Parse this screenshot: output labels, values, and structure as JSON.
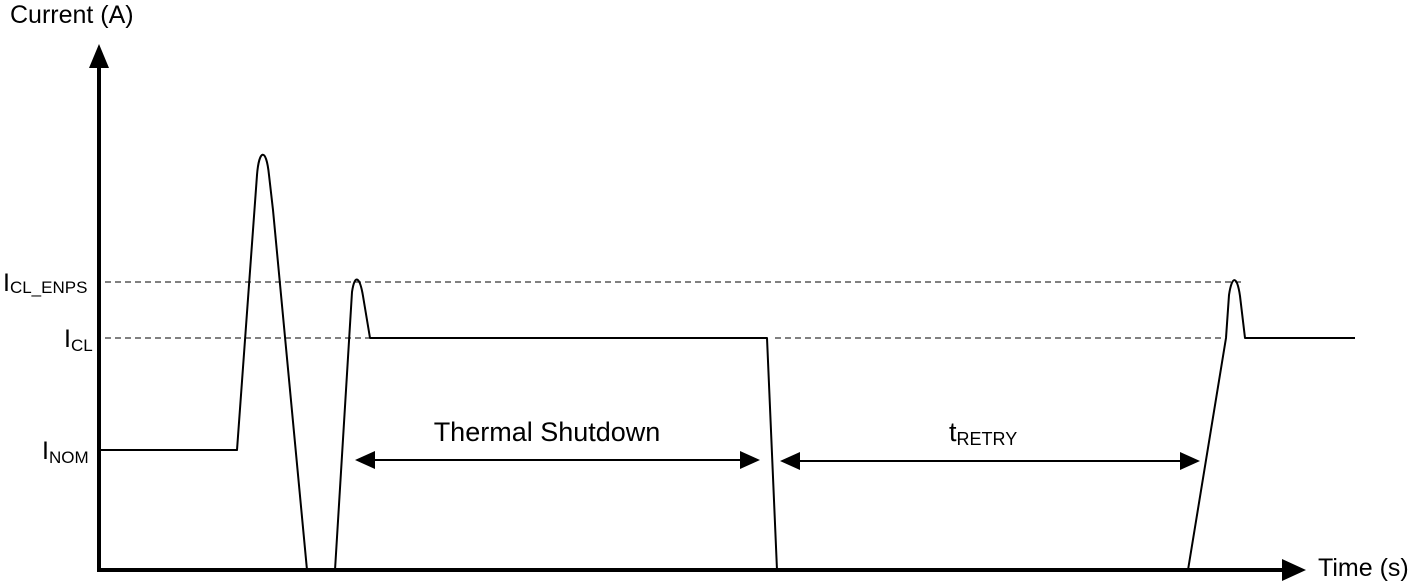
{
  "diagram": {
    "y_axis_label": "Current (A)",
    "x_axis_label": "Time (s)",
    "levels": {
      "i_cl_enps": {
        "main": "I",
        "sub": "CL_ENPS"
      },
      "i_cl": {
        "main": "I",
        "sub": "CL"
      },
      "i_nom": {
        "main": "I",
        "sub": "NOM"
      }
    },
    "intervals": {
      "thermal_shutdown": "Thermal Shutdown",
      "t_retry": {
        "main": "t",
        "sub": "RETRY"
      }
    },
    "colors": {
      "stroke": "#000000",
      "background": "#ffffff"
    }
  }
}
